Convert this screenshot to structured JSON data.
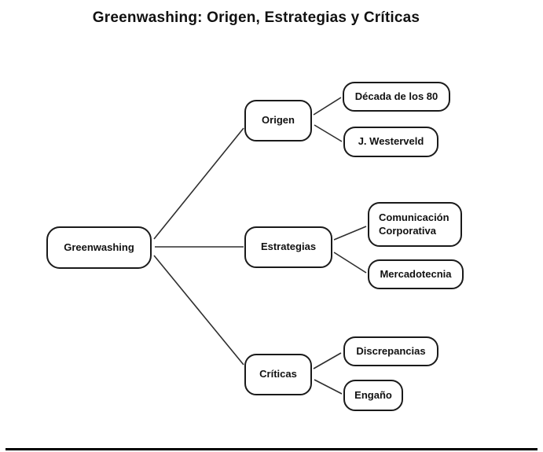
{
  "title": "Greenwashing: Origen, Estrategias y Críticas",
  "diagram": {
    "type": "mindmap",
    "root": {
      "label": "Greenwashing"
    },
    "branches": [
      {
        "label": "Origen",
        "children": [
          {
            "label": "Década de los 80"
          },
          {
            "label": "J. Westerveld"
          }
        ]
      },
      {
        "label": "Estrategias",
        "children": [
          {
            "label": "Comunicación Corporativa"
          },
          {
            "label": "Mercadotecnia"
          }
        ]
      },
      {
        "label": "Críticas",
        "children": [
          {
            "label": "Discrepancias"
          },
          {
            "label": "Engaño"
          }
        ]
      }
    ]
  },
  "colors": {
    "node_border": "#1a1a1a",
    "node_fill": "#ffffff",
    "edge_line": "#2e2e2e",
    "text": "#111111",
    "bottom_divider": "#000000"
  }
}
